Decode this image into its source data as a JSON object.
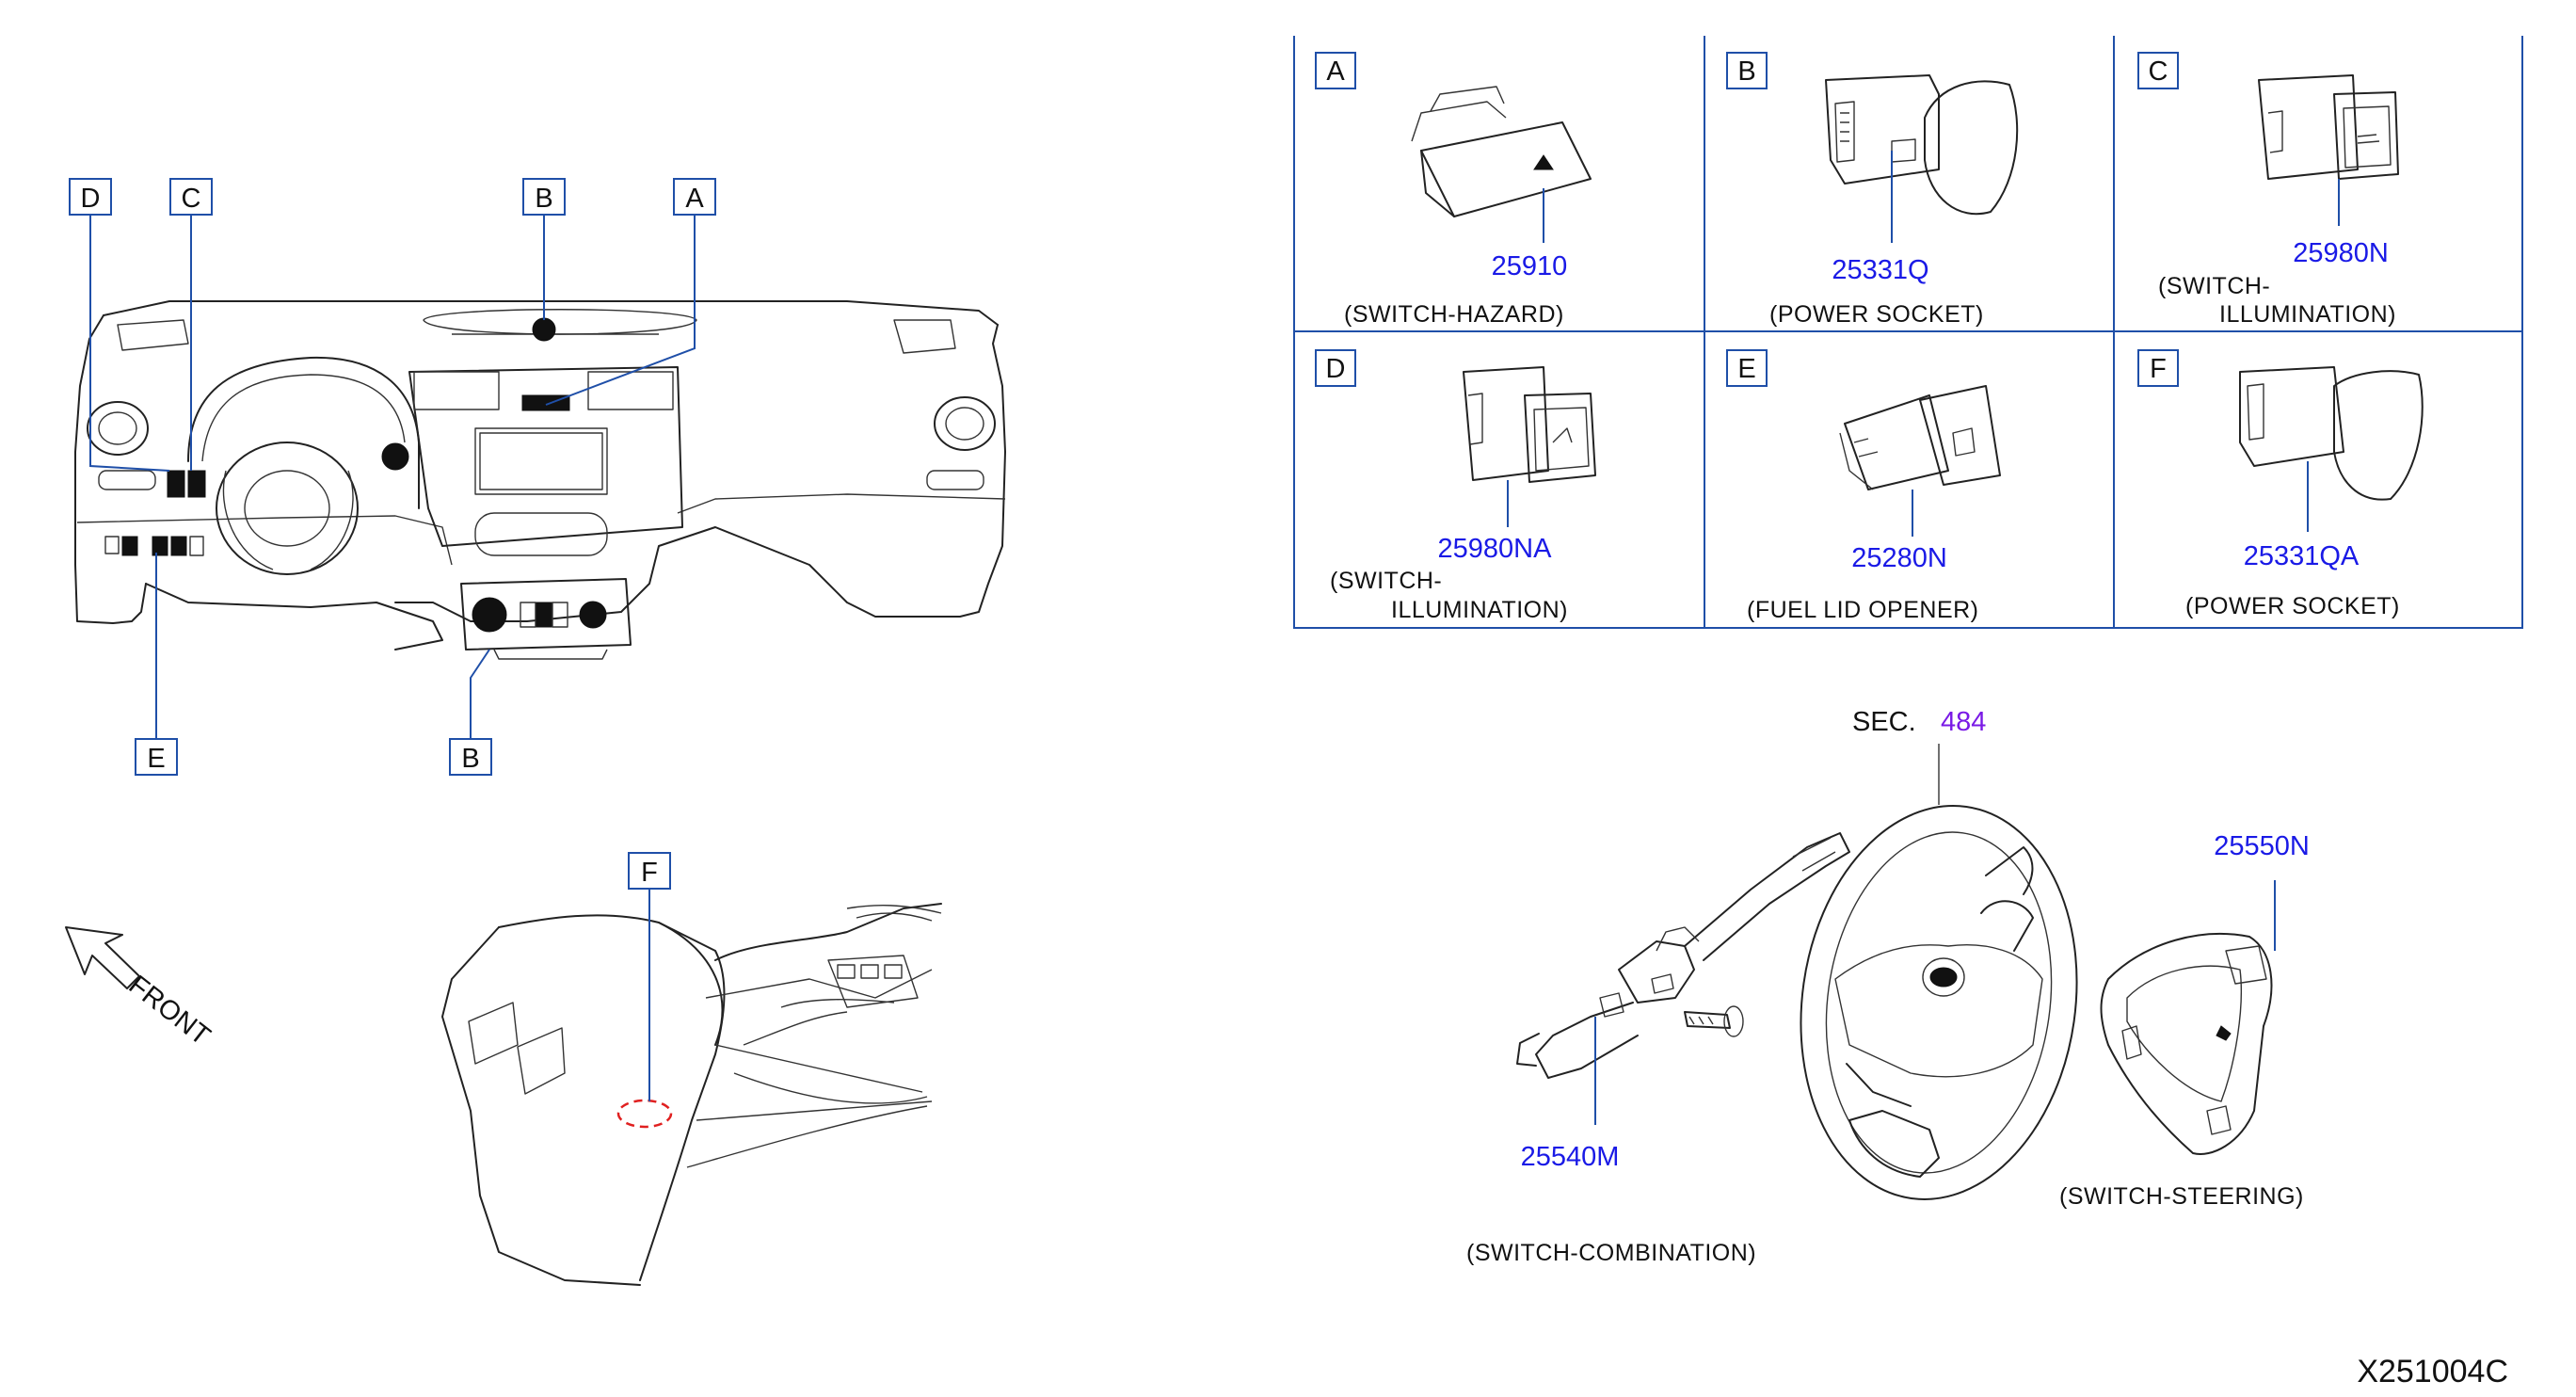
{
  "figure_code": "X251004C",
  "front_label": "FRONT",
  "overview_callouts": {
    "top": [
      "D",
      "C",
      "B",
      "A"
    ],
    "bottom": [
      "E",
      "B"
    ],
    "console": "F"
  },
  "panels": [
    {
      "letter": "A",
      "part": "25910",
      "name_lines": [
        "(SWITCH-HAZARD)"
      ]
    },
    {
      "letter": "B",
      "part": "25331Q",
      "name_lines": [
        "(POWER   SOCKET)"
      ]
    },
    {
      "letter": "C",
      "part": "25980N",
      "name_lines": [
        "(SWITCH-",
        "ILLUMINATION)"
      ]
    },
    {
      "letter": "D",
      "part": "25980NA",
      "name_lines": [
        "(SWITCH-",
        "ILLUMINATION)"
      ]
    },
    {
      "letter": "E",
      "part": "25280N",
      "name_lines": [
        "(FUEL   LID   OPENER)"
      ]
    },
    {
      "letter": "F",
      "part": "25331QA",
      "name_lines": [
        "(POWER   SOCKET)"
      ]
    }
  ],
  "steering": {
    "sec_label": "SEC.",
    "sec_ref": "484",
    "combination_part": "25540M",
    "combination_name": "(SWITCH-COMBINATION)",
    "steering_switch_part": "25550N",
    "steering_switch_name": "(SWITCH-STEERING)"
  }
}
